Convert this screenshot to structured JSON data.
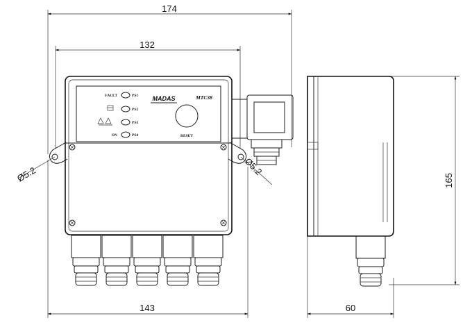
{
  "dimensions": {
    "overall_width": "174",
    "body_width": "132",
    "base_width": "143",
    "depth": "60",
    "height": "165",
    "hole_left": "Ø5.2",
    "hole_right": "Ø5.2"
  },
  "panel": {
    "brand": "MADAS",
    "model": "MTC38",
    "reset_label": "RESET",
    "leds": [
      {
        "label": "FAULT",
        "code": "PS1"
      },
      {
        "label": "",
        "code": "PS2"
      },
      {
        "label": "",
        "code": "PS3"
      },
      {
        "label": "ON",
        "code": "PS4"
      }
    ]
  }
}
